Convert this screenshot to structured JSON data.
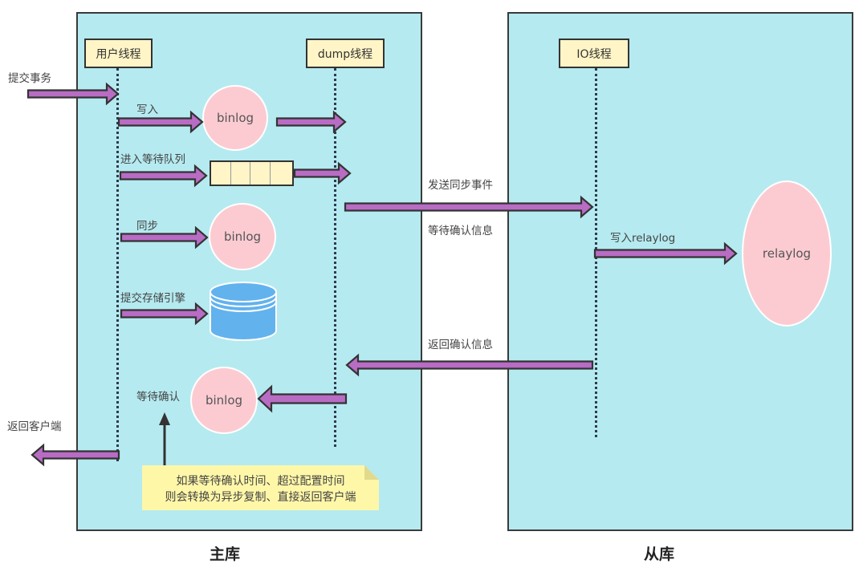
{
  "master": {
    "caption": "主库",
    "threads": {
      "user": "用户线程",
      "dump": "dump线程"
    },
    "labels": {
      "commit_txn": "提交事务",
      "write": "写入",
      "enter_queue": "进入等待队列",
      "sync": "同步",
      "commit_engine": "提交存储引擎",
      "wait_ack": "等待确认",
      "return_client": "返回客户端"
    },
    "binlog_nodes": [
      "binlog",
      "binlog",
      "binlog"
    ],
    "queue_cells": 4,
    "note": {
      "line1": "如果等待确认时间、超过配置时间",
      "line2": "则会转换为异步复制、直接返回客户端"
    }
  },
  "slave": {
    "caption": "从库",
    "threads": {
      "io": "IO线程"
    },
    "labels": {
      "write_relaylog": "写入relaylog"
    },
    "relaylog_node": "relaylog"
  },
  "between": {
    "send_event": "发送同步事件",
    "wait_ack_info": "等待确认信息",
    "return_ack": "返回确认信息"
  },
  "colors": {
    "panel": "#b5eaf0",
    "arrow_fill": "#b86cc4",
    "thread_box": "#fff5c6",
    "binlog": "#fccbd2",
    "storage": "#62b2ee",
    "note": "#fff7a8"
  }
}
